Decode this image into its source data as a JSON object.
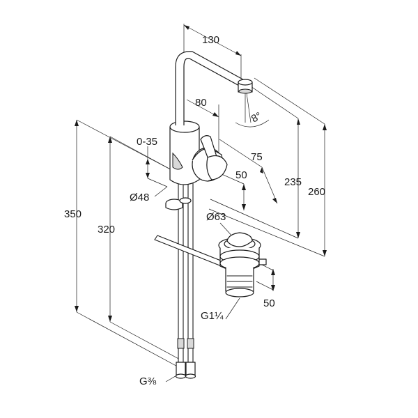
{
  "dimensions": {
    "spout_reach": "130",
    "lever_offset": "80",
    "swivel_angle": "8°",
    "adjust_range": "0-35",
    "lever_length": "75",
    "lever_height": "50",
    "spout_height": "235",
    "overall_height": "260",
    "body_diameter": "Ø48",
    "total_length": "350",
    "hose_length": "320",
    "drain_diameter": "Ø63",
    "drain_depth": "50",
    "drain_thread": "G1¼",
    "hose_thread": "G⅜"
  }
}
